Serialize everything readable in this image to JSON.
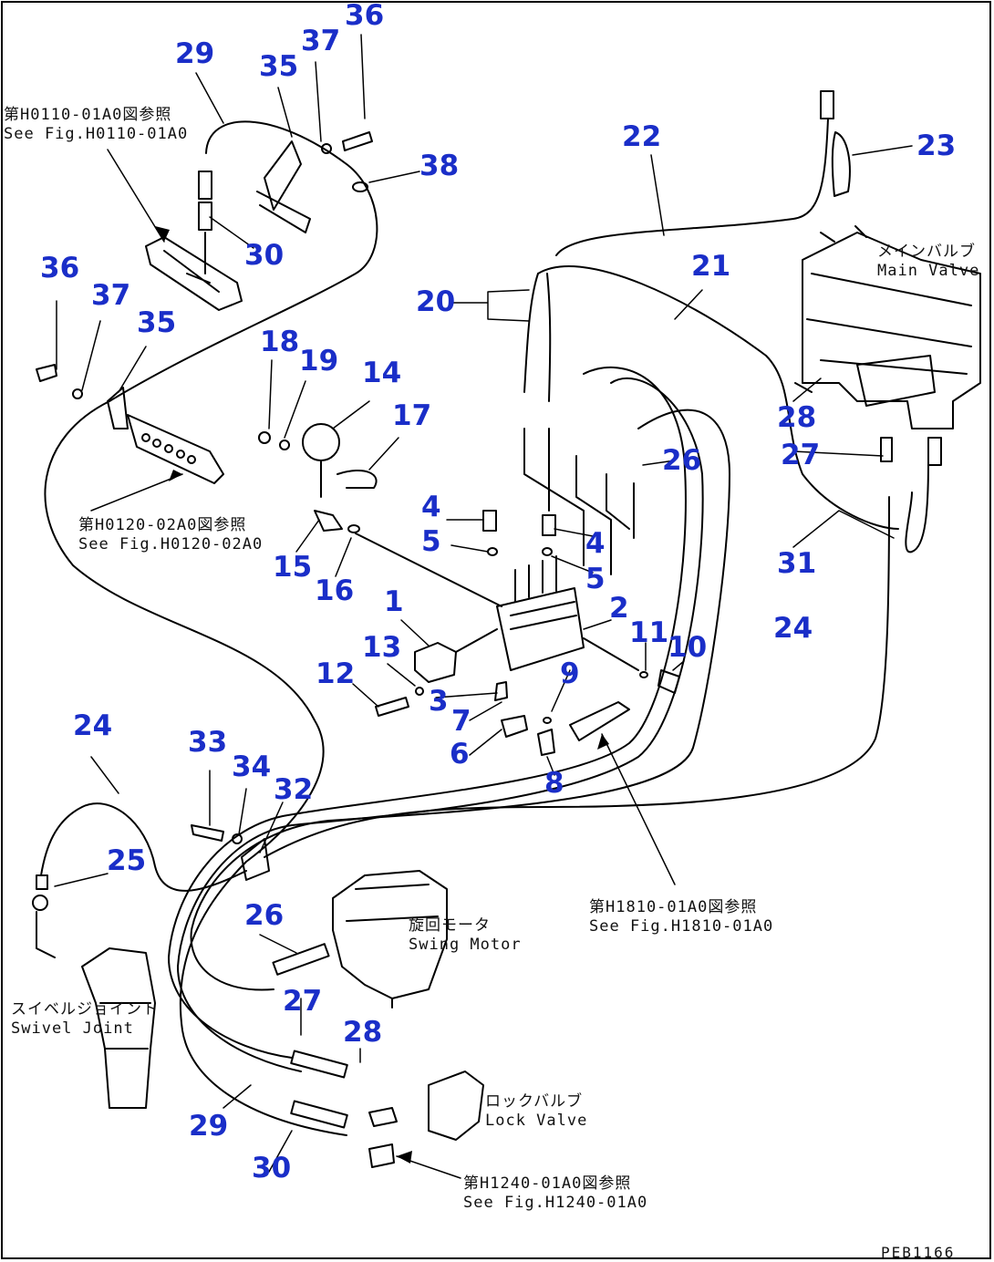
{
  "callouts": [
    {
      "id": "c36a",
      "text": "36"
    },
    {
      "id": "c37a",
      "text": "37"
    },
    {
      "id": "c29a",
      "text": "29"
    },
    {
      "id": "c35a",
      "text": "35"
    },
    {
      "id": "c38",
      "text": "38"
    },
    {
      "id": "c30a",
      "text": "30"
    },
    {
      "id": "c22",
      "text": "22"
    },
    {
      "id": "c23",
      "text": "23"
    },
    {
      "id": "c21",
      "text": "21"
    },
    {
      "id": "c36b",
      "text": "36"
    },
    {
      "id": "c37b",
      "text": "37"
    },
    {
      "id": "c35b",
      "text": "35"
    },
    {
      "id": "c20",
      "text": "20"
    },
    {
      "id": "c18",
      "text": "18"
    },
    {
      "id": "c19",
      "text": "19"
    },
    {
      "id": "c14",
      "text": "14"
    },
    {
      "id": "c17",
      "text": "17"
    },
    {
      "id": "c28a",
      "text": "28"
    },
    {
      "id": "c27a",
      "text": "27"
    },
    {
      "id": "c26a",
      "text": "26"
    },
    {
      "id": "c4a",
      "text": "4"
    },
    {
      "id": "c5a",
      "text": "5"
    },
    {
      "id": "c4b",
      "text": "4"
    },
    {
      "id": "c5b",
      "text": "5"
    },
    {
      "id": "c15",
      "text": "15"
    },
    {
      "id": "c16",
      "text": "16"
    },
    {
      "id": "c31",
      "text": "31"
    },
    {
      "id": "c1",
      "text": "1"
    },
    {
      "id": "c2",
      "text": "2"
    },
    {
      "id": "c24a",
      "text": "24"
    },
    {
      "id": "c11",
      "text": "11"
    },
    {
      "id": "c10",
      "text": "10"
    },
    {
      "id": "c13",
      "text": "13"
    },
    {
      "id": "c12",
      "text": "12"
    },
    {
      "id": "c9",
      "text": "9"
    },
    {
      "id": "c3",
      "text": "3"
    },
    {
      "id": "c7",
      "text": "7"
    },
    {
      "id": "c6",
      "text": "6"
    },
    {
      "id": "c8",
      "text": "8"
    },
    {
      "id": "c24b",
      "text": "24"
    },
    {
      "id": "c33",
      "text": "33"
    },
    {
      "id": "c34",
      "text": "34"
    },
    {
      "id": "c32",
      "text": "32"
    },
    {
      "id": "c25",
      "text": "25"
    },
    {
      "id": "c26b",
      "text": "26"
    },
    {
      "id": "c27b",
      "text": "27"
    },
    {
      "id": "c28b",
      "text": "28"
    },
    {
      "id": "c29b",
      "text": "29"
    },
    {
      "id": "c30b",
      "text": "30"
    }
  ],
  "notes": {
    "ref_h0110": {
      "jp": "第H0110-01A0図参照",
      "en": "See Fig.H0110-01A0"
    },
    "ref_h0120": {
      "jp": "第H0120-02A0図参照",
      "en": "See Fig.H0120-02A0"
    },
    "main_valve": {
      "jp": "メインバルブ",
      "en": "Main Valve"
    },
    "ref_h1810": {
      "jp": "第H1810-01A0図参照",
      "en": "See Fig.H1810-01A0"
    },
    "swing_motor": {
      "jp": "旋回モータ",
      "en": "Swing Motor"
    },
    "swivel_joint": {
      "jp": "スイベルジョイント",
      "en": "Swivel Joint"
    },
    "lock_valve": {
      "jp": "ロックバルブ",
      "en": "Lock Valve"
    },
    "ref_h1240": {
      "jp": "第H1240-01A0図参照",
      "en": "See Fig.H1240-01A0"
    }
  },
  "drawing_code": "PEB1166",
  "colors": {
    "callout": "#1a2ec8",
    "line": "#000000",
    "background": "#ffffff"
  }
}
